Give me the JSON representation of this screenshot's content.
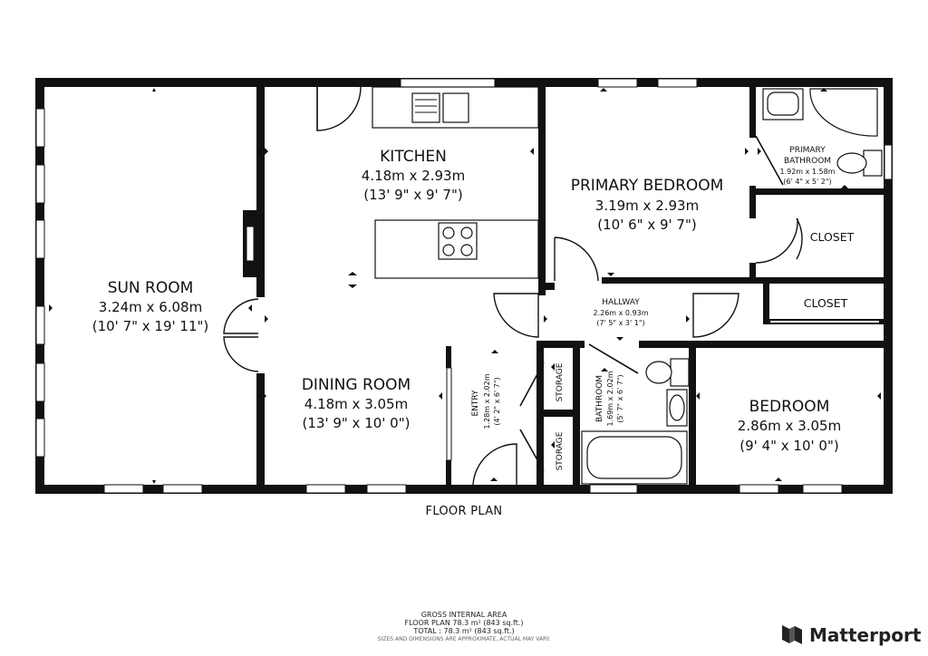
{
  "rooms": {
    "sun_room": {
      "name": "SUN ROOM",
      "metric": "3.24m x 6.08m",
      "imperial": "(10' 7\" x 19' 11\")"
    },
    "kitchen": {
      "name": "KITCHEN",
      "metric": "4.18m x 2.93m",
      "imperial": "(13' 9\" x 9' 7\")"
    },
    "primary_bedroom": {
      "name": "PRIMARY BEDROOM",
      "metric": "3.19m x 2.93m",
      "imperial": "(10' 6\" x 9' 7\")"
    },
    "primary_bathroom": {
      "name_line1": "PRIMARY",
      "name_line2": "BATHROOM",
      "metric": "1.92m x 1.58m",
      "imperial": "(6' 4\" x 5' 2\")"
    },
    "closet_upper": {
      "name": "CLOSET"
    },
    "closet_lower": {
      "name": "CLOSET"
    },
    "hallway": {
      "name": "HALLWAY",
      "metric": "2.26m x 0.93m",
      "imperial": "(7' 5\" x 3' 1\")"
    },
    "dining_room": {
      "name": "DINING ROOM",
      "metric": "4.18m x 3.05m",
      "imperial": "(13' 9\" x 10' 0\")"
    },
    "entry": {
      "name": "ENTRY",
      "metric": "1.28m x 2.02m",
      "imperial": "(4' 2\" x 6' 7\")"
    },
    "storage_upper": {
      "name": "STORAGE"
    },
    "storage_lower": {
      "name": "STORAGE"
    },
    "bathroom": {
      "name": "BATHROOM",
      "metric": "1.69m x 2.02m",
      "imperial": "(5' 7\" x 6' 7\")"
    },
    "bedroom": {
      "name": "BEDROOM",
      "metric": "2.86m x 3.05m",
      "imperial": "(9' 4\" x 10' 0\")"
    }
  },
  "caption": "FLOOR PLAN",
  "footer": {
    "line1": "GROSS INTERNAL AREA",
    "line2": "FLOOR PLAN 78.3 m² (843 sq.ft.)",
    "line3": "TOTAL :  78.3 m² (843 sq.ft.)",
    "line4": "SIZES AND DIMENSIONS ARE APPROXIMATE, ACTUAL MAY VARY."
  },
  "brand": {
    "name": "Matterport"
  }
}
